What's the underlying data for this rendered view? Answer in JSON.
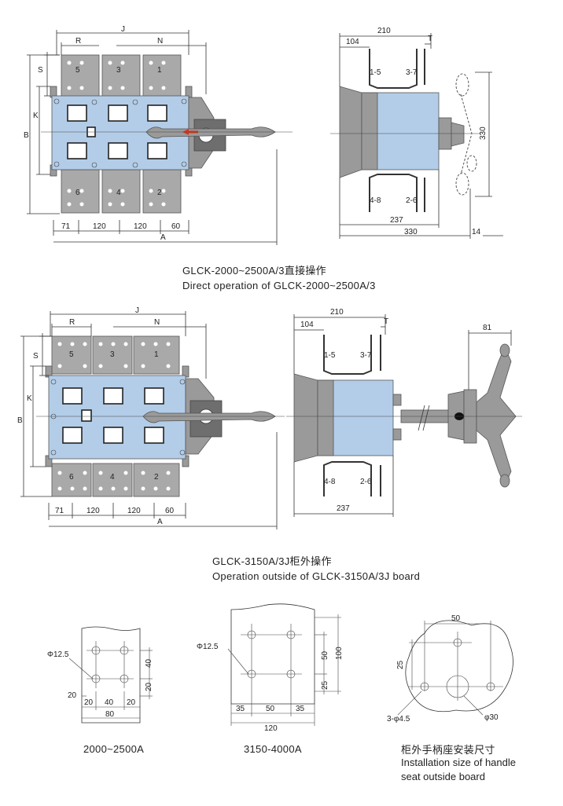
{
  "diagram1": {
    "front": {
      "J": "J",
      "R": "R",
      "N": "N",
      "S": "S",
      "B": "B",
      "K": "K",
      "A": "A",
      "d71": "71",
      "d120a": "120",
      "d120b": "120",
      "d60": "60",
      "t5": "5",
      "t3": "3",
      "t1": "1",
      "t6": "6",
      "t4": "4",
      "t2": "2"
    },
    "side": {
      "d210": "210",
      "d104": "104",
      "T": "T",
      "l15": "1-5",
      "l37": "3-7",
      "l48": "4-8",
      "l26": "2-6",
      "d237": "237",
      "d330w": "330",
      "d14": "14",
      "d330h": "330"
    },
    "caption_cn": "GLCK-2000~2500A/3直接操作",
    "caption_en": "Direct operation of GLCK-2000~2500A/3"
  },
  "diagram2": {
    "front": {
      "J": "J",
      "R": "R",
      "N": "N",
      "S": "S",
      "B": "B",
      "K": "K",
      "A": "A",
      "d71": "71",
      "d120a": "120",
      "d120b": "120",
      "d60": "60",
      "t5": "5",
      "t3": "3",
      "t1": "1",
      "t6": "6",
      "t4": "4",
      "t2": "2"
    },
    "side": {
      "d210": "210",
      "d104": "104",
      "T": "T",
      "l15": "1-5",
      "l37": "3-7",
      "l48": "4-8",
      "l26": "2-6",
      "d237": "237",
      "d81": "81"
    },
    "caption_cn": "GLCK-3150A/3J柜外操作",
    "caption_en": "Operation outside of GLCK-3150A/3J board"
  },
  "detail1": {
    "phi": "Φ12.5",
    "d40v": "40",
    "d20v": "20",
    "d20l": "20",
    "d20a": "20",
    "d40h": "40",
    "d20b": "20",
    "d80": "80",
    "caption": "2000~2500A"
  },
  "detail2": {
    "phi": "Φ12.5",
    "d50v": "50",
    "d100v": "100",
    "d25v": "25",
    "d35a": "35",
    "d50h": "50",
    "d35b": "35",
    "d120": "120",
    "caption": "3150-4000A"
  },
  "detail3": {
    "d50": "50",
    "d25": "25",
    "holes": "3-φ4.5",
    "phi30": "φ30",
    "caption_cn": "柜外手柄座安装尺寸",
    "caption_en": "Installation size of handle seat outside board"
  }
}
